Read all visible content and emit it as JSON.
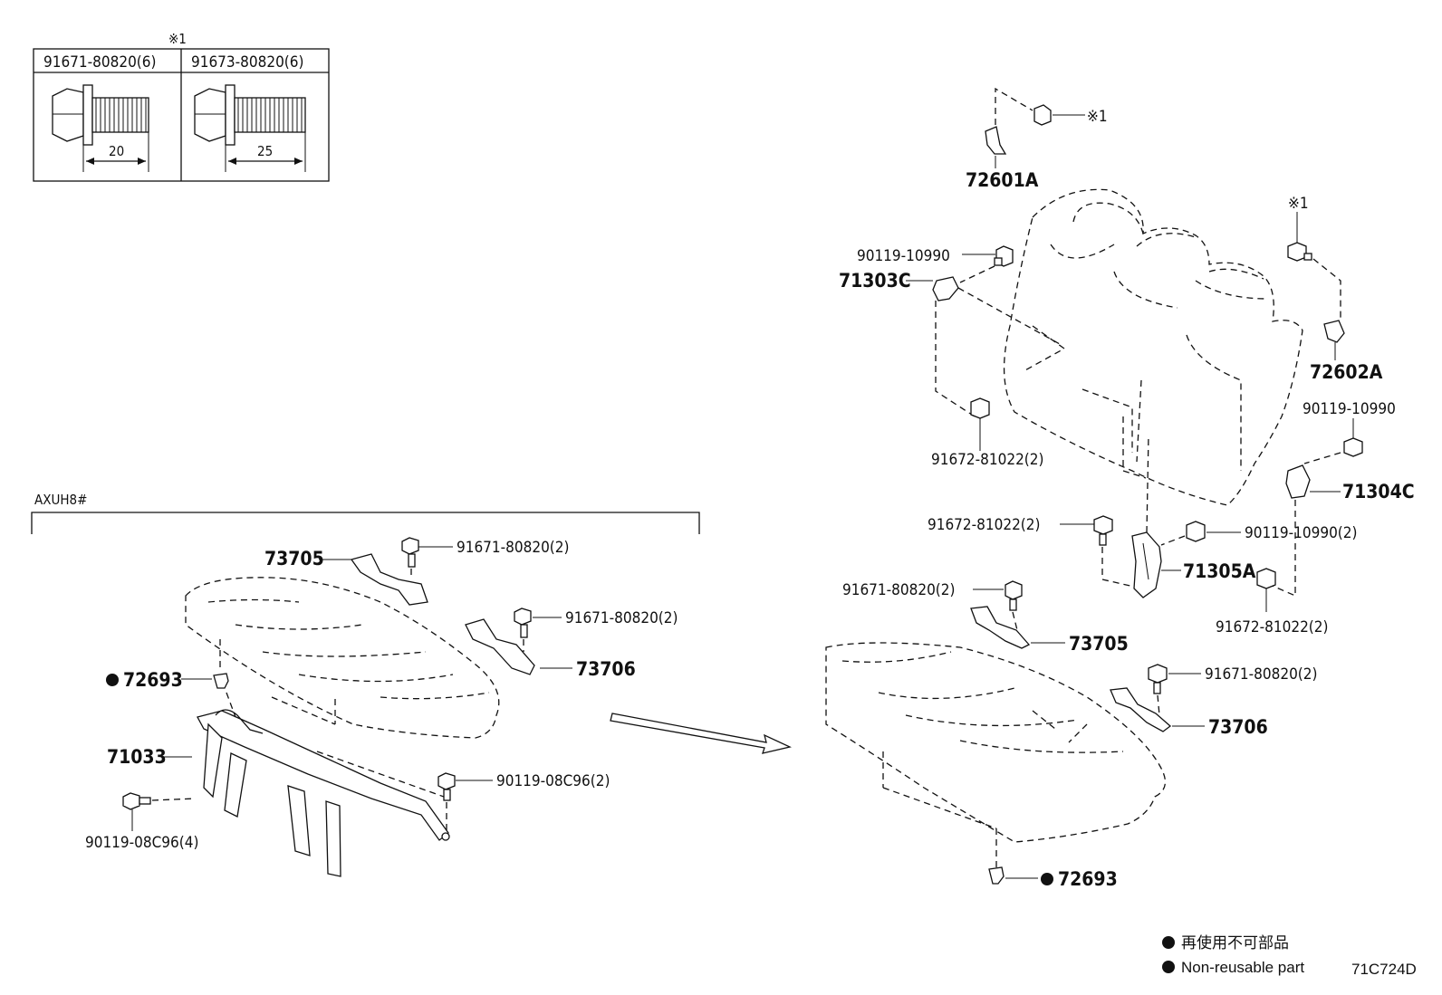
{
  "bolt_table": {
    "note": "※1",
    "col1_header": "91671-80820(6)",
    "col2_header": "91673-80820(6)",
    "col1_length": "20",
    "col2_length": "25"
  },
  "variant_label": "AXUH8#",
  "non_reusable_marker": "●",
  "callouts": {
    "left_73705": "73705",
    "left_91671_a": "91671-80820(2)",
    "left_91671_b": "91671-80820(2)",
    "left_73706": "73706",
    "left_72693": "72693",
    "left_71033": "71033",
    "left_90119_4": "90119-08C96(4)",
    "left_90119_2": "90119-08C96(2)",
    "r_72601A": "72601A",
    "r_note1_top": "※1",
    "r_90119_a": "90119-10990",
    "r_71303C": "71303C",
    "r_note1_right": "※1",
    "r_72602A": "72602A",
    "r_90119_b": "90119-10990",
    "r_91672_a": "91672-81022(2)",
    "r_71304C": "71304C",
    "r_91672_b": "91672-81022(2)",
    "r_90119_c": "90119-10990(2)",
    "r_71305A": "71305A",
    "r_91671_a": "91671-80820(2)",
    "r_91672_c": "91672-81022(2)",
    "r_73705": "73705",
    "r_91671_b": "91671-80820(2)",
    "r_73706": "73706",
    "r_72693": "72693"
  },
  "legend": {
    "line1": "再使用不可部品",
    "line2": "Non-reusable part"
  },
  "diagram_id": "71C724D"
}
